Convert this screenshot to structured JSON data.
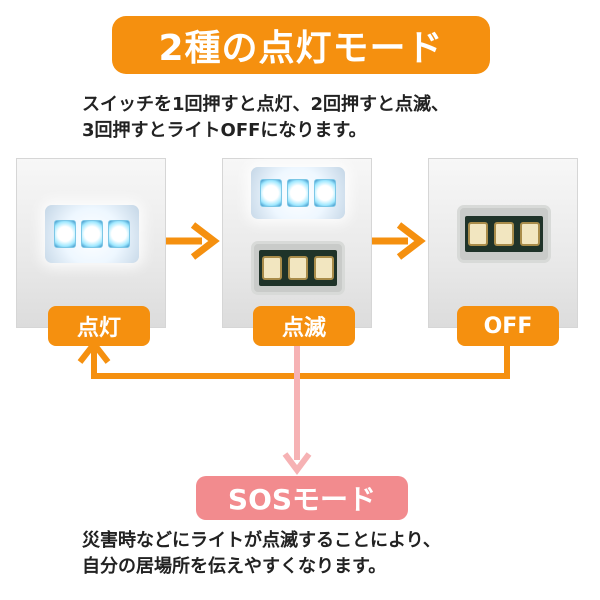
{
  "title": "2種の点灯モード",
  "description_top": [
    "スイッチを1回押すと点灯、2回押すと点滅、",
    "3回押すとライトOFFになります。"
  ],
  "modes": [
    {
      "label": "点灯"
    },
    {
      "label": "点滅"
    },
    {
      "label": "OFF"
    }
  ],
  "sos": {
    "label": "SOSモード",
    "description": [
      "災害時などにライトが点滅することにより、",
      "自分の居場所を伝えやすくなります。"
    ]
  },
  "colors": {
    "accent_orange": "#f5900f",
    "sos_pink": "#f28b8e"
  }
}
